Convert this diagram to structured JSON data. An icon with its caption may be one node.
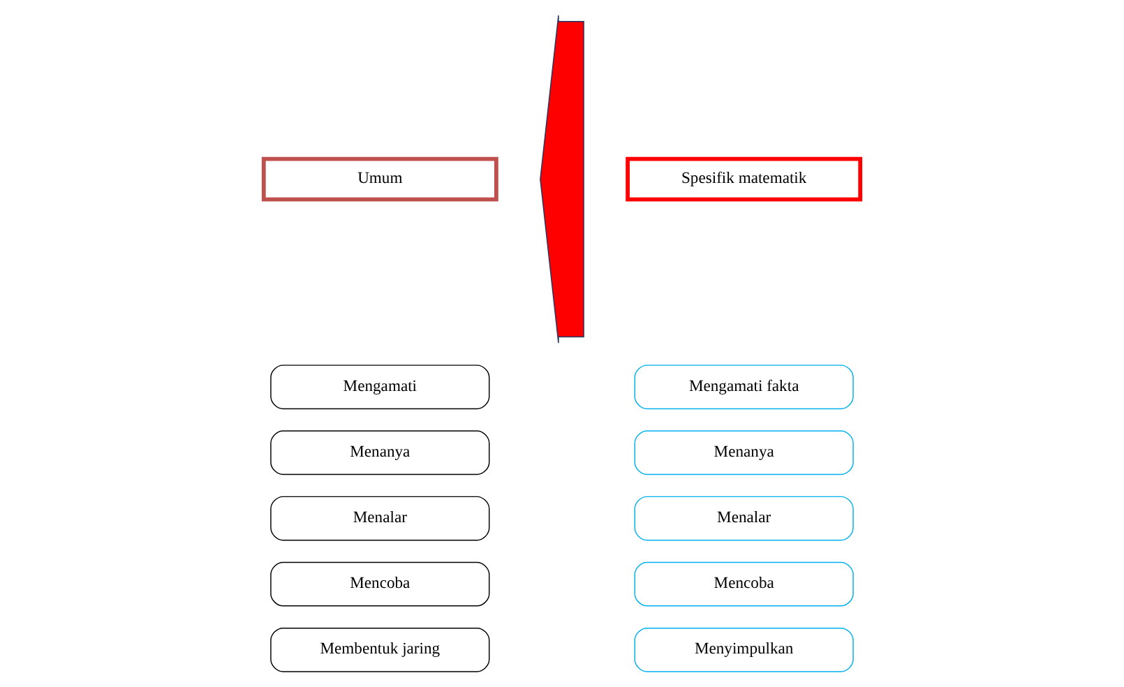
{
  "diagram": {
    "nodes": [
      {
        "text": [
          "Umum"
        ]
      },
      {
        "text": [
          "Mengamati"
        ]
      },
      {
        "text": [
          "Menanya"
        ]
      },
      {
        "text": [
          "Menalar"
        ]
      },
      {
        "text": [
          "Mencoba"
        ]
      },
      {
        "text": [
          "Membentuk jaring"
        ]
      },
      {
        "text": [
          "Spesifik matematik"
        ]
      },
      {
        "text": [
          "Mengamati fakta"
        ]
      },
      {
        "text": [
          "Menanya"
        ]
      },
      {
        "text": [
          "Menalar"
        ]
      },
      {
        "text": [
          "Mencoba"
        ]
      },
      {
        "text": [
          "Menyimpulkan"
        ]
      },
      {
        "text": [],
        "shape": "arrow"
      }
    ],
    "edges": []
  }
}
